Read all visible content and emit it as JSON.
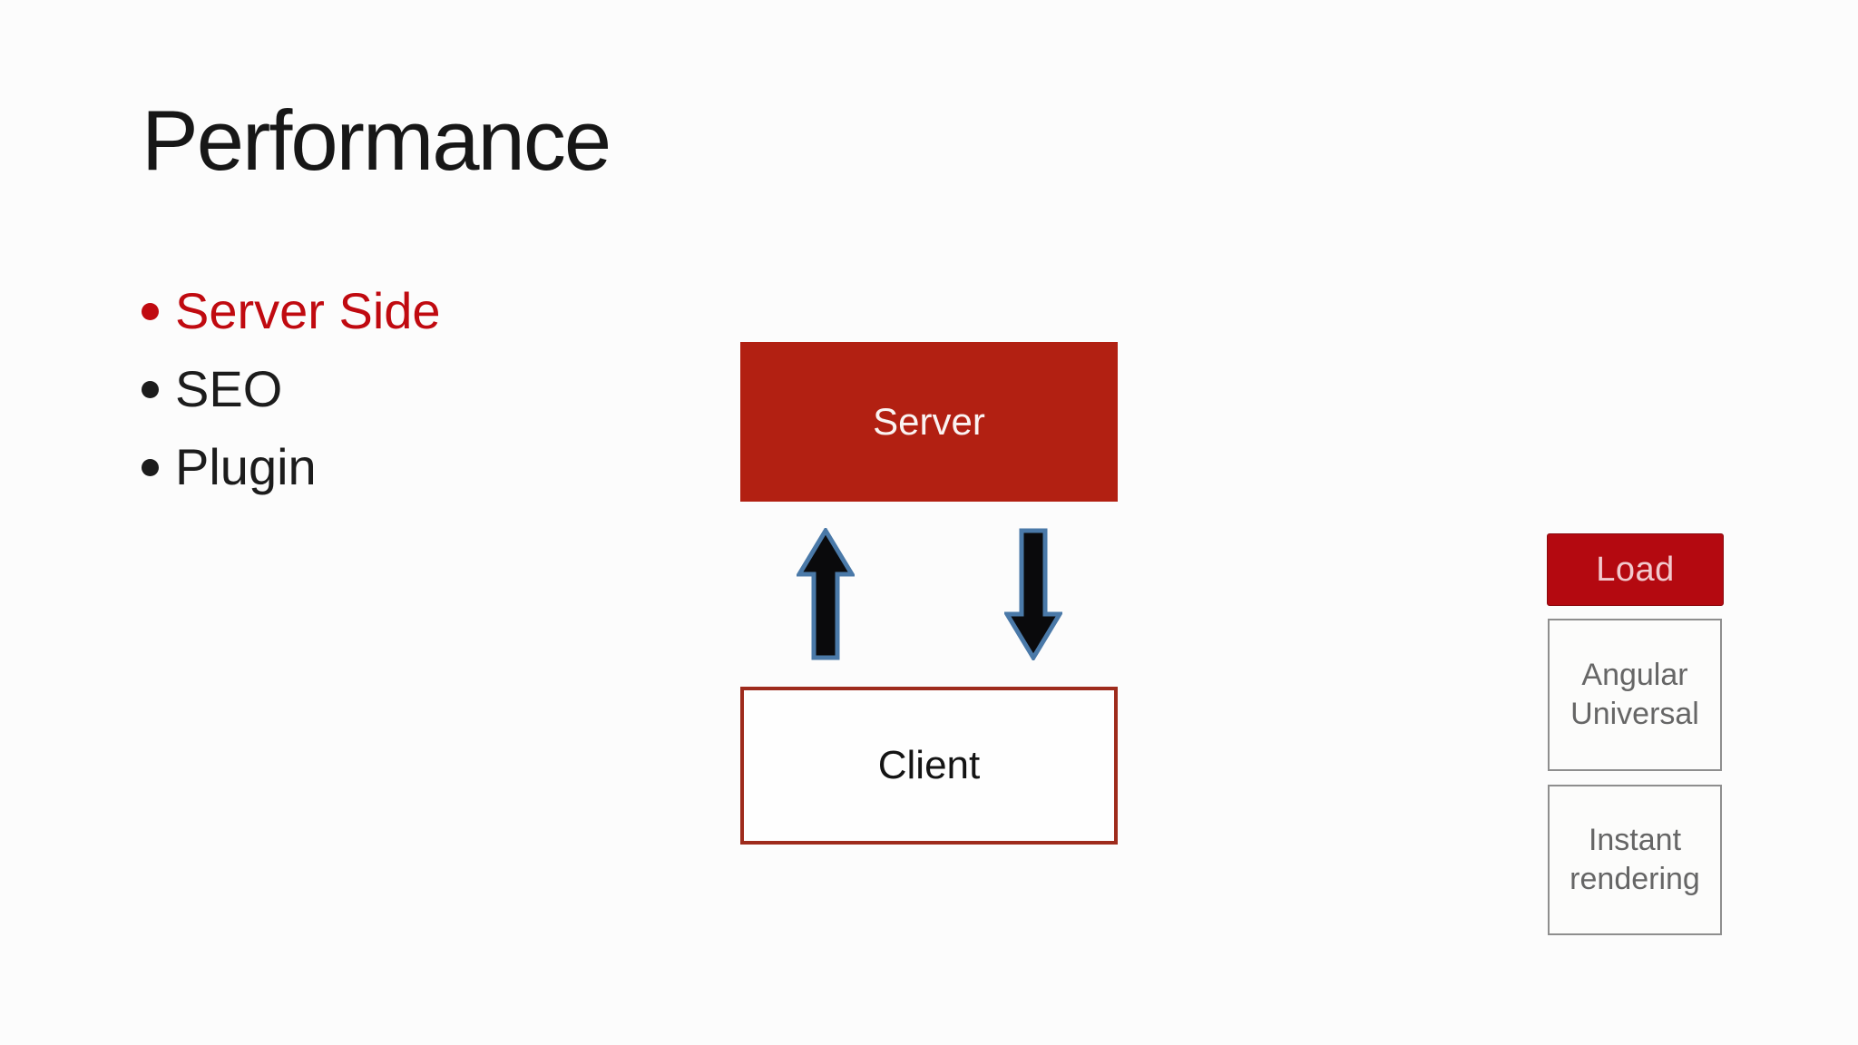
{
  "slide": {
    "background": "#FCFCFC",
    "title": "Performance",
    "title_color": "#171717",
    "bullets": [
      {
        "label": "Server Side",
        "color": "#C00A10"
      },
      {
        "label": "SEO",
        "color": "#1C1C1C"
      },
      {
        "label": "Plugin",
        "color": "#1C1C1C"
      }
    ]
  },
  "diagram": {
    "server_box": {
      "label": "Server",
      "fill": "#B22012",
      "text_color": "#FAF3F2"
    },
    "client_box": {
      "label": "Client",
      "fill": "#FEFEFE",
      "border_color": "#9E2B1C",
      "text_color": "#141414"
    },
    "arrow_up": {
      "meaning": "client-to-server",
      "fill": "#0A0A0C",
      "outline": "#4A79A8"
    },
    "arrow_down": {
      "meaning": "server-to-client",
      "fill": "#0A0A0C",
      "outline": "#4A79A8"
    }
  },
  "side_figure": {
    "load_box": {
      "label": "Load",
      "fill": "#B40910",
      "border_color": "#8A0A0F",
      "text_color": "#F2C9CD"
    },
    "steps": [
      {
        "label": "Angular\nUniversal"
      },
      {
        "label": "Instant\nrendering"
      }
    ],
    "step_fill": "#FCFCFB",
    "step_border_color": "#8E8E8E",
    "step_text_color": "#666666"
  }
}
